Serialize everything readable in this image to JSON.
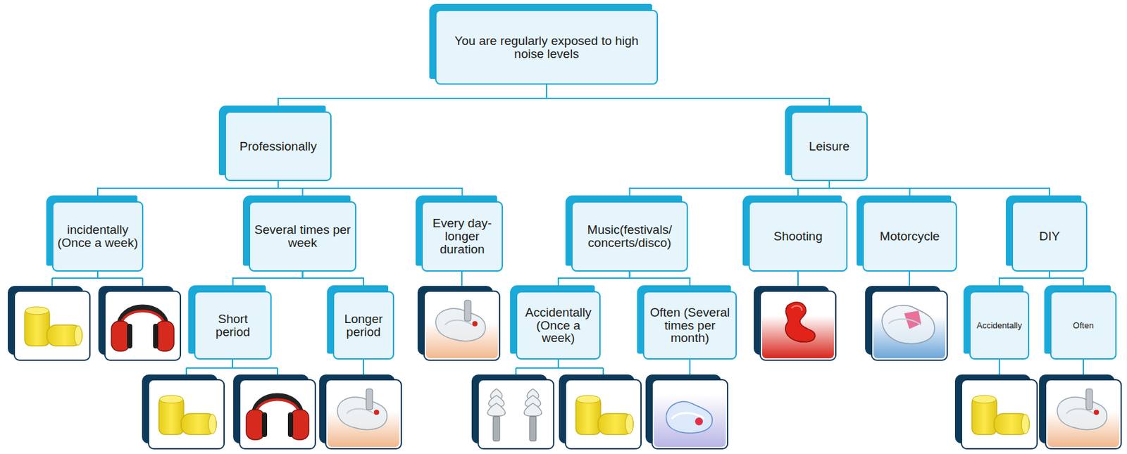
{
  "diagram": {
    "nodes": [
      {
        "text": [
          "You are regularly exposed to high noise levels"
        ]
      },
      {
        "text": [
          "Professionally"
        ]
      },
      {
        "text": [
          "Leisure"
        ]
      },
      {
        "text": [
          "incidentally (Once a week)"
        ]
      },
      {
        "text": [
          "Several times per week"
        ]
      },
      {
        "text": [
          "Every day-longer duration"
        ]
      },
      {
        "text": [
          "Music(festivals/ concerts/disco)"
        ]
      },
      {
        "text": [
          "Shooting"
        ]
      },
      {
        "text": [
          "Motorcycle"
        ]
      },
      {
        "text": [
          "DIY"
        ]
      },
      {
        "text": [
          "Short period"
        ]
      },
      {
        "text": [
          "Longer period"
        ]
      },
      {
        "text": [
          "Accidentally (Once a week)"
        ]
      },
      {
        "text": [
          "Often (Several times per month)"
        ]
      },
      {
        "text": [
          "Accidentally"
        ]
      },
      {
        "text": [
          "Often"
        ]
      }
    ],
    "edges": [
      {
        "from": 0,
        "to": 1,
        "arrow": "none"
      },
      {
        "from": 0,
        "to": 2,
        "arrow": "none"
      },
      {
        "from": 1,
        "to": 3,
        "arrow": "none"
      },
      {
        "from": 1,
        "to": 4,
        "arrow": "none"
      },
      {
        "from": 1,
        "to": 5,
        "arrow": "none"
      },
      {
        "from": 2,
        "to": 6,
        "arrow": "none"
      },
      {
        "from": 2,
        "to": 7,
        "arrow": "none"
      },
      {
        "from": 2,
        "to": 8,
        "arrow": "none"
      },
      {
        "from": 2,
        "to": 9,
        "arrow": "none"
      },
      {
        "from": 4,
        "to": 10,
        "arrow": "none"
      },
      {
        "from": 4,
        "to": 11,
        "arrow": "none"
      },
      {
        "from": 6,
        "to": 12,
        "arrow": "none"
      },
      {
        "from": 6,
        "to": 13,
        "arrow": "none"
      },
      {
        "from": 9,
        "to": 14,
        "arrow": "none"
      },
      {
        "from": 9,
        "to": 15,
        "arrow": "none"
      }
    ]
  }
}
